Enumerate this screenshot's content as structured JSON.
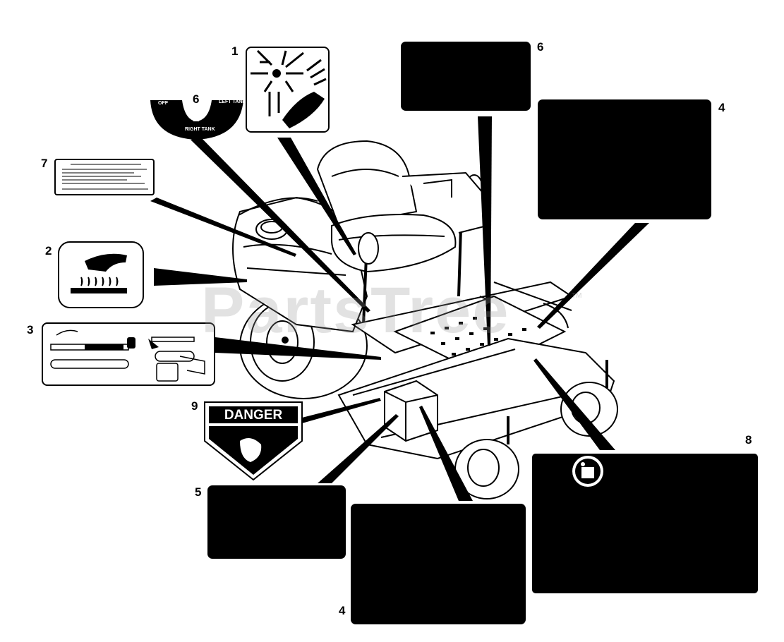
{
  "callouts": {
    "n1": "1",
    "n2": "2",
    "n3": "3",
    "n4a": "4",
    "n4b": "4",
    "n5": "5",
    "n6a": "6",
    "n6b": "6",
    "n7": "7",
    "n8": "8",
    "n9": "9"
  },
  "decal6": {
    "off": "OFF",
    "left_tank": "LEFT TANK",
    "right_tank": "RIGHT TANK"
  },
  "decal9": {
    "danger": "DANGER"
  },
  "watermark": {
    "text": "PartsTree",
    "tm": "TM"
  }
}
